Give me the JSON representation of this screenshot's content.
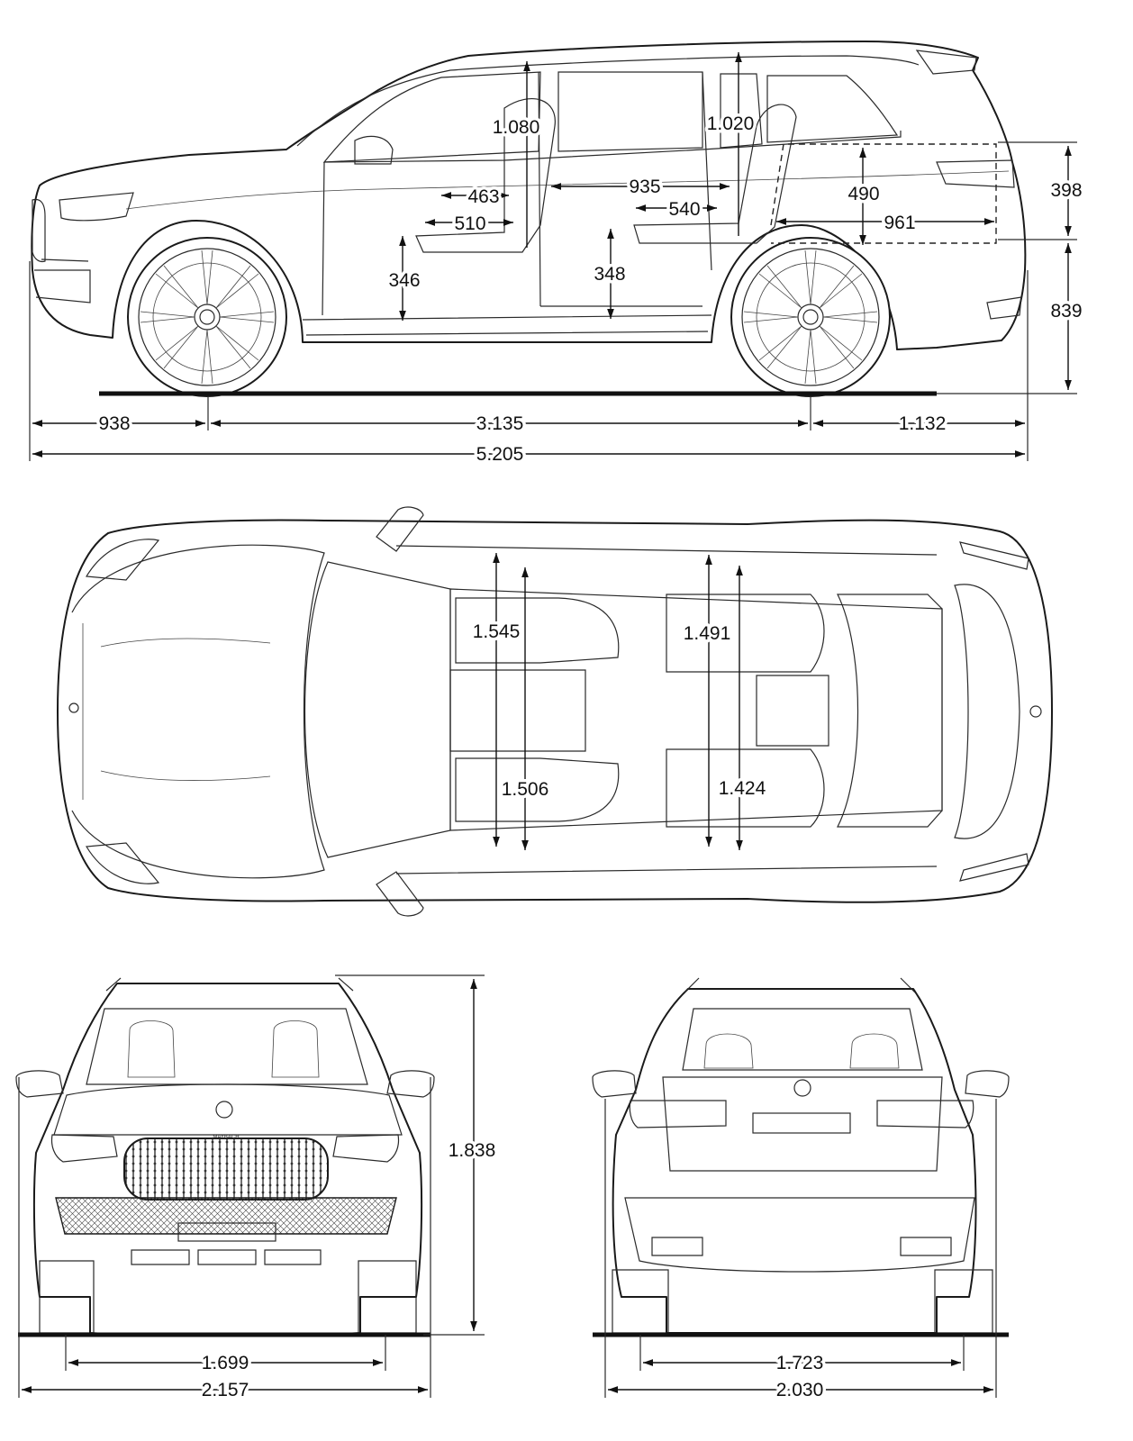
{
  "side_view": {
    "headroom_front": "1.080",
    "headroom_second": "1.020",
    "legroom_front": "463",
    "legroom_second": "935",
    "seat_depth_front": "510",
    "seat_depth_second": "540",
    "seat_height_front": "346",
    "seat_height_second": "348",
    "cargo_height": "490",
    "cargo_length": "961",
    "tailgate_height": "398",
    "loading_sill_height": "839",
    "front_overhang": "938",
    "wheelbase": "3.135",
    "rear_overhang": "1.132",
    "overall_length": "5.205"
  },
  "top_view": {
    "shoulder_width_front": "1.545",
    "shoulder_width_second": "1.491",
    "elbow_width_front": "1.506",
    "elbow_width_second": "1.424"
  },
  "front_view": {
    "height": "1.838",
    "track_front": "1.699",
    "width_with_mirrors": "2.157",
    "grille_badge": "MAYBACH"
  },
  "rear_view": {
    "track_rear": "1.723",
    "width": "2.030"
  },
  "colors": {
    "line": "#1a1a1a",
    "background": "#ffffff"
  }
}
